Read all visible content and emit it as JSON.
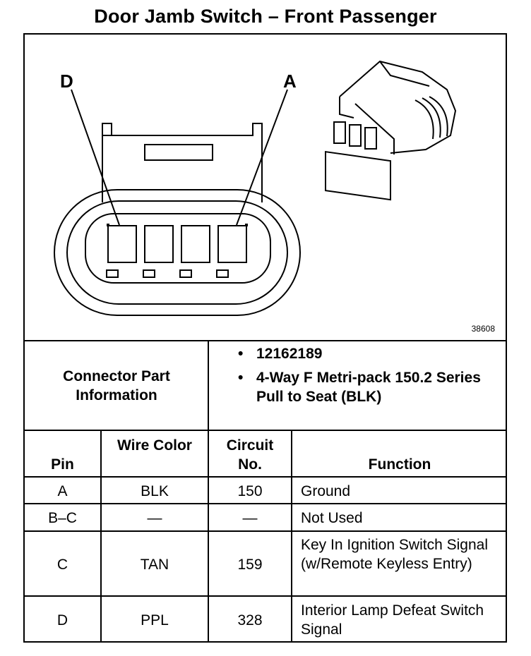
{
  "title": "Door Jamb Switch – Front Passenger",
  "diagram": {
    "pin_label_left": "D",
    "pin_label_right": "A",
    "figure_number": "38608"
  },
  "connector_info": {
    "label": "Connector Part Information",
    "items": [
      "12162189",
      "4-Way F Metri-pack 150.2 Series Pull to Seat (BLK)"
    ]
  },
  "table": {
    "headers": {
      "pin": "Pin",
      "wire_color": "Wire Color",
      "circuit_no": "Circuit No.",
      "function": "Function"
    },
    "rows": [
      {
        "pin": "A",
        "wire_color": "BLK",
        "circuit": "150",
        "function": "Ground"
      },
      {
        "pin": "B–C",
        "wire_color": "—",
        "circuit": "—",
        "function": "Not Used"
      },
      {
        "pin": "C",
        "wire_color": "TAN",
        "circuit": "159",
        "function": "Key In Ignition Switch Signal (w/Remote Keyless Entry)"
      },
      {
        "pin": "D",
        "wire_color": "PPL",
        "circuit": "328",
        "function": "Interior Lamp Defeat Switch Signal"
      }
    ]
  }
}
